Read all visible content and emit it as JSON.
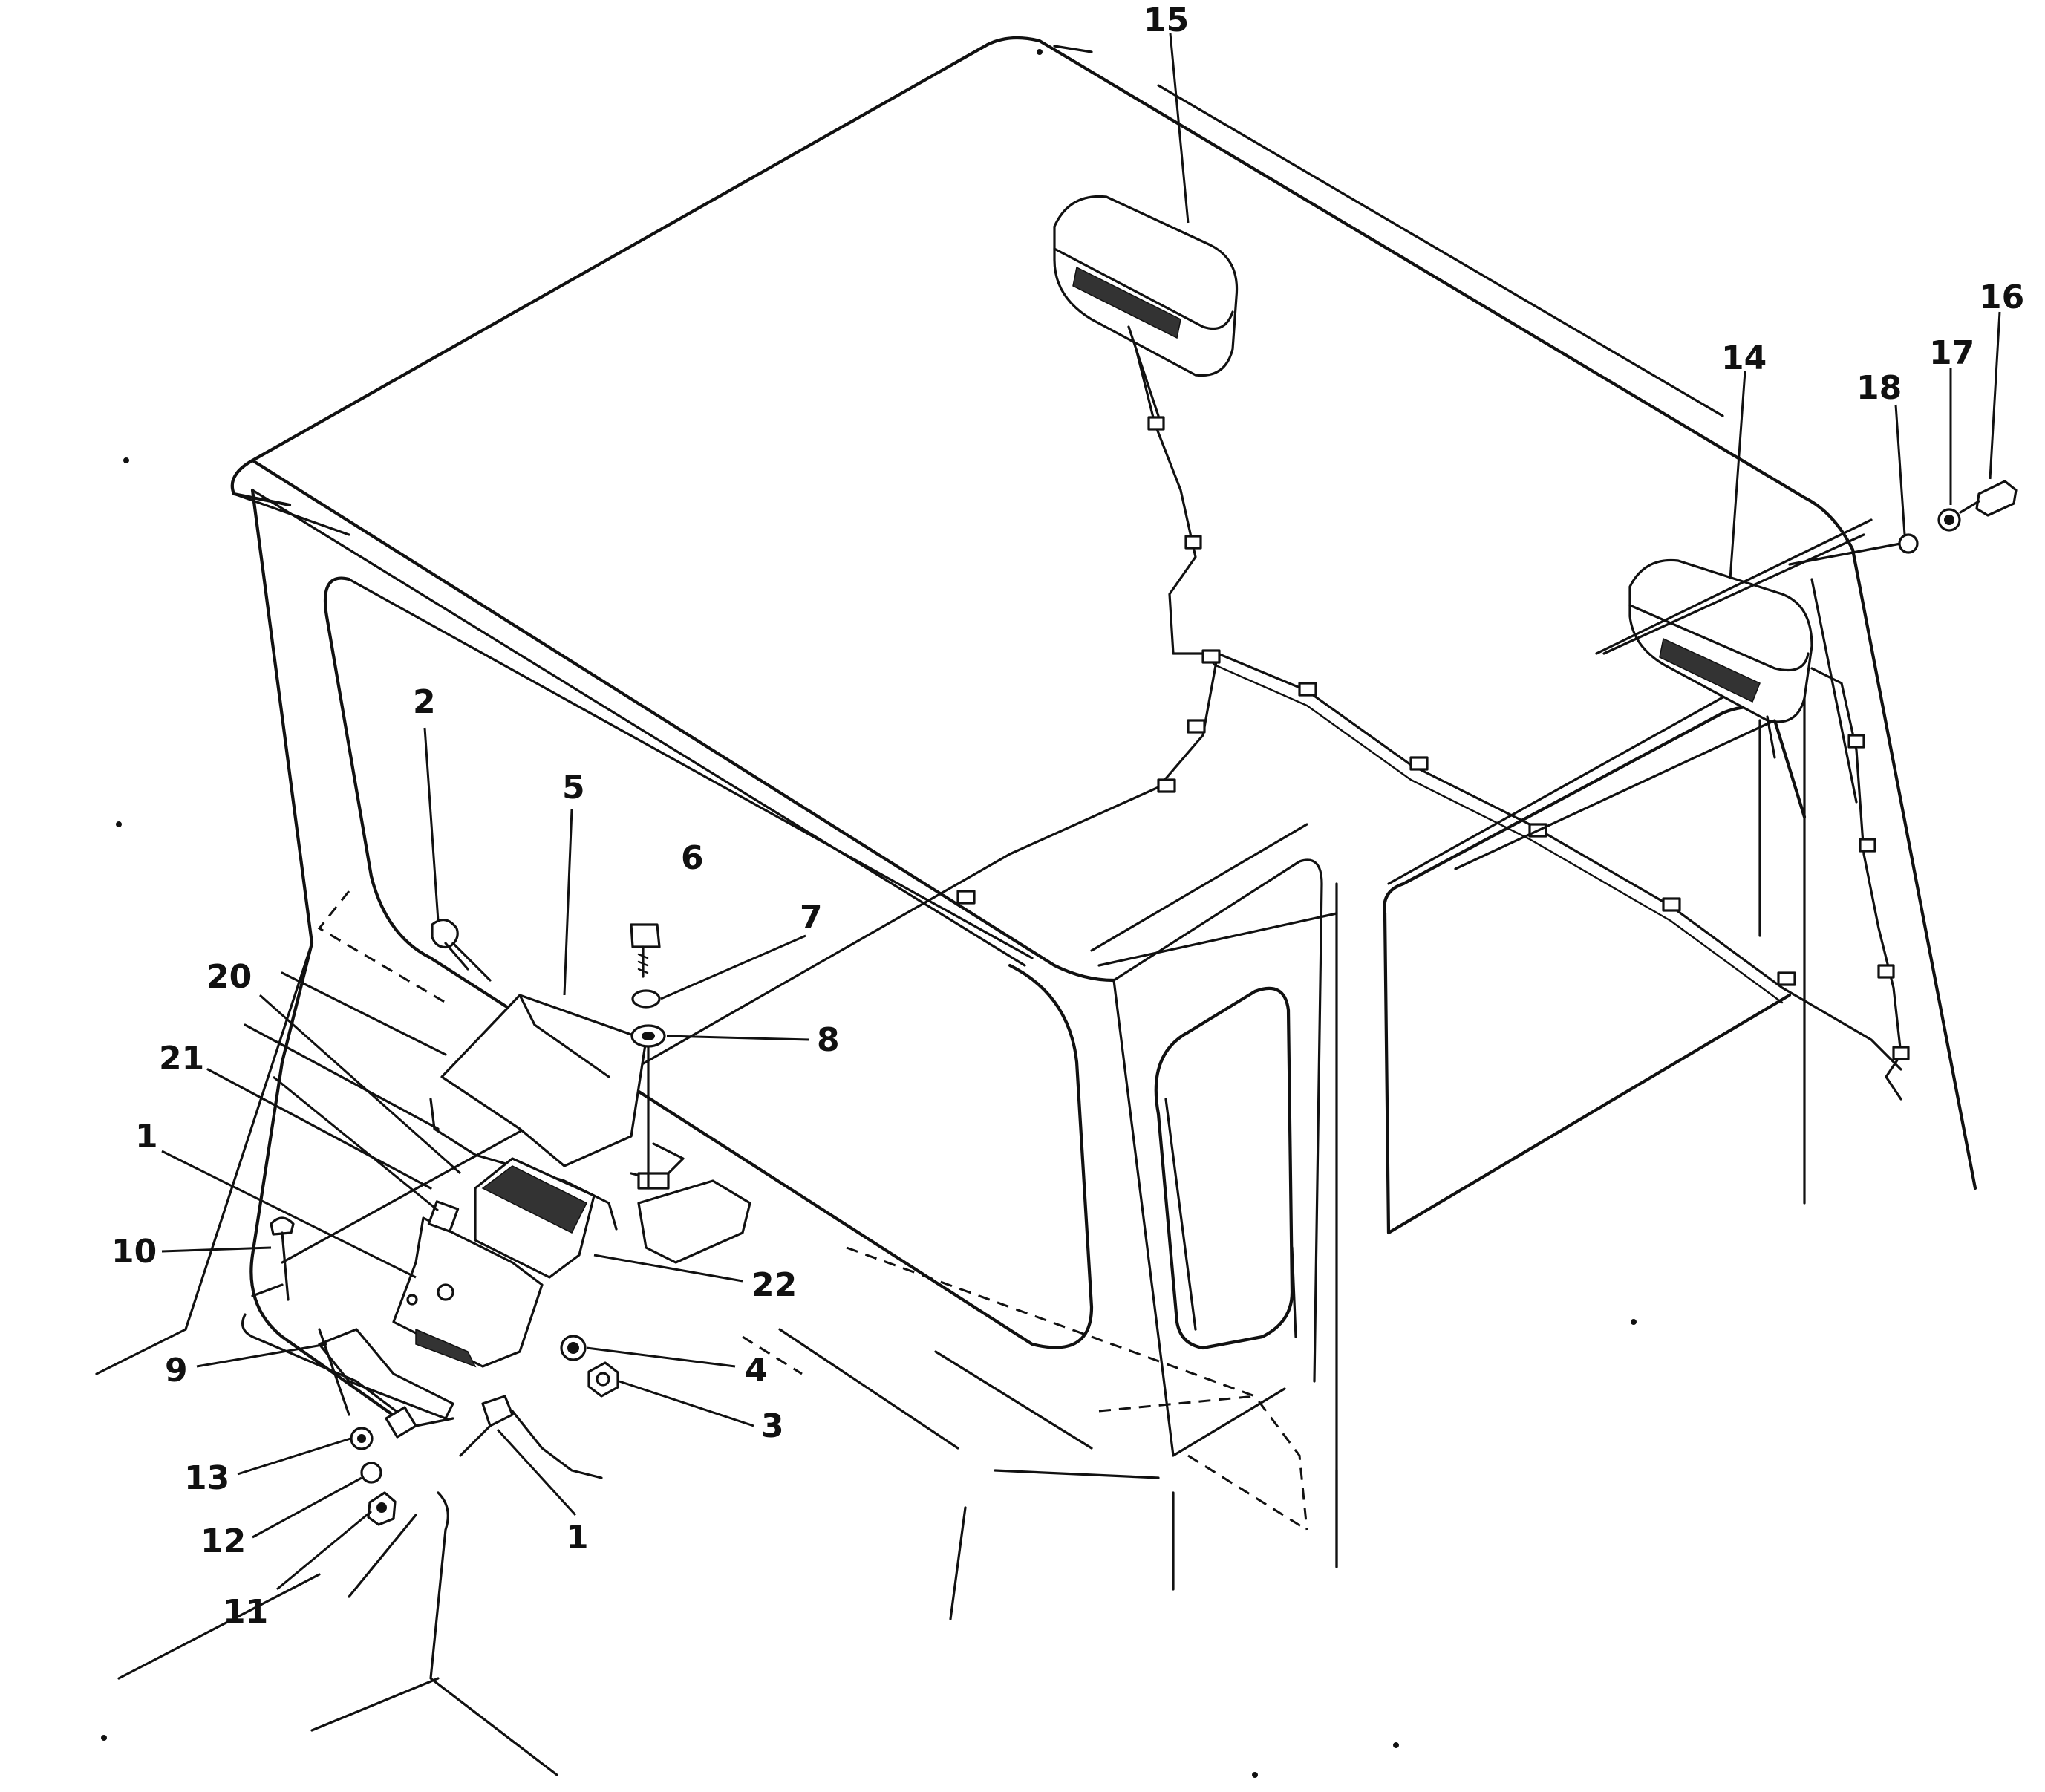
{
  "diagram": {
    "callouts": [
      {
        "id": "c15",
        "label": "15"
      },
      {
        "id": "c16",
        "label": "16"
      },
      {
        "id": "c17",
        "label": "17"
      },
      {
        "id": "c14",
        "label": "14"
      },
      {
        "id": "c18",
        "label": "18"
      },
      {
        "id": "c2",
        "label": "2"
      },
      {
        "id": "c5",
        "label": "5"
      },
      {
        "id": "c6",
        "label": "6"
      },
      {
        "id": "c7",
        "label": "7"
      },
      {
        "id": "c8",
        "label": "8"
      },
      {
        "id": "c20",
        "label": "20"
      },
      {
        "id": "c21",
        "label": "21"
      },
      {
        "id": "c1a",
        "label": "1"
      },
      {
        "id": "c10",
        "label": "10"
      },
      {
        "id": "c22",
        "label": "22"
      },
      {
        "id": "c4",
        "label": "4"
      },
      {
        "id": "c9",
        "label": "9"
      },
      {
        "id": "c3",
        "label": "3"
      },
      {
        "id": "c13",
        "label": "13"
      },
      {
        "id": "c1b",
        "label": "1"
      },
      {
        "id": "c12",
        "label": "12"
      },
      {
        "id": "c11",
        "label": "11"
      }
    ]
  }
}
